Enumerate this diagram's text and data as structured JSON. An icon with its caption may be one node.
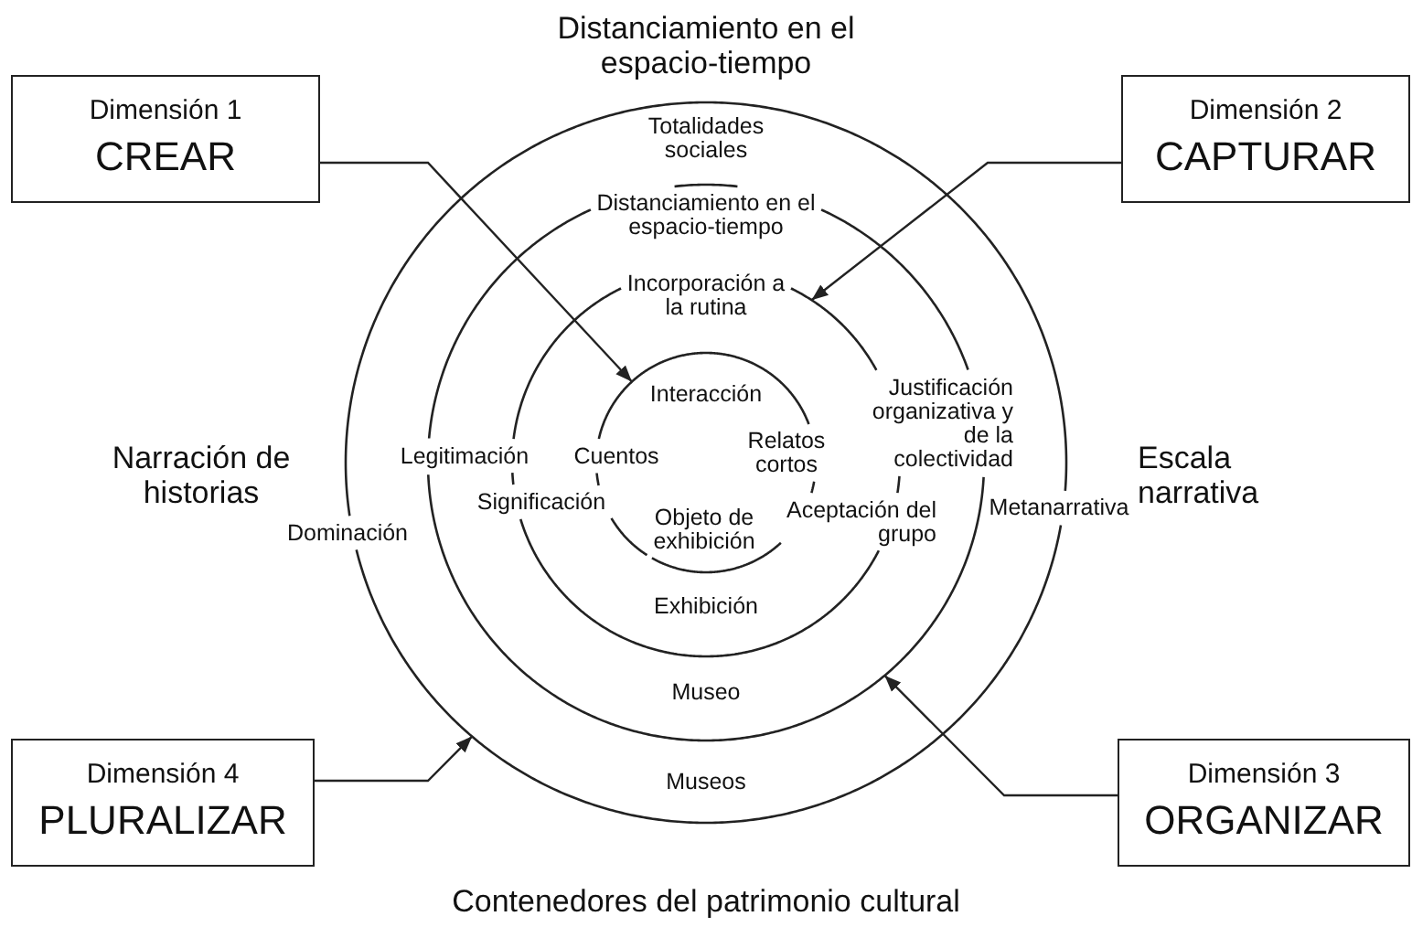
{
  "diagram": {
    "nodes": [
      {
        "text": [
          "Dimensión 1",
          "CREAR"
        ]
      },
      {
        "text": [
          "Dimensión 2",
          "CAPTURAR"
        ]
      },
      {
        "text": [
          "Totalidades sociales",
          "Dominación",
          "Metanarrativa",
          "Museos"
        ]
      },
      {
        "text": [
          "Distanciamiento en el espacio-tiempo",
          "Legitimación",
          "Justificación organizativa y de la colectividad",
          "Museo"
        ],
        "in": 2
      },
      {
        "text": [
          "Incorporación a la rutina",
          "Significación",
          "Aceptación del grupo",
          "Exhibición"
        ],
        "in": 3
      },
      {
        "text": [
          "Interacción",
          "Cuentos",
          "Relatos cortos",
          "Objeto de exhibición"
        ],
        "in": 4
      },
      {
        "text": [
          "Dimensión 4",
          "PLURALIZAR"
        ]
      },
      {
        "text": [
          "Dimensión 3",
          "ORGANIZAR"
        ]
      }
    ],
    "edges": [
      {
        "from": 0,
        "to": 5,
        "arrow": "to"
      },
      {
        "from": 1,
        "to": 4,
        "arrow": "to"
      },
      {
        "from": 7,
        "to": 3,
        "arrow": "to"
      },
      {
        "from": 6,
        "to": 2,
        "arrow": "to"
      }
    ],
    "labels": [
      "Distanciamiento en el espacio-tiempo",
      "Narración de historias",
      "Escala narrativa",
      "Contenedores del patrimonio cultural"
    ]
  }
}
